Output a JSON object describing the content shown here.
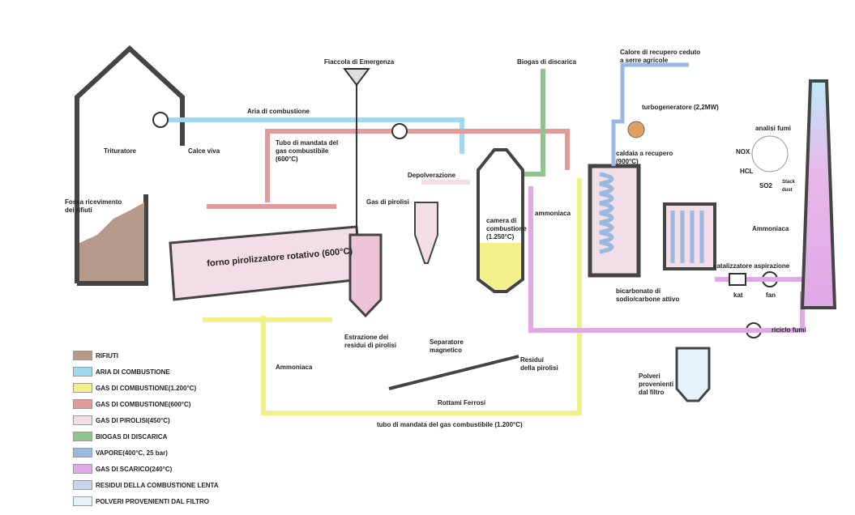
{
  "labels": {
    "flare": "Fiaccola di Emergenza",
    "landfill_biogas": "Biogas di discarica",
    "heat_recovery": "Calore di recupero ceduto\na serre agricole",
    "combustion_air": "Aria di combustione",
    "fuel_gas_pipe_600": "Tubo di mandata del\ngas combustibile\n(600°C)",
    "shredder": "Trituratore",
    "quicklime": "Calce viva",
    "waste_pit": "Fossa ricevimento\ndei rifiuti",
    "dedusting": "Depolverazione",
    "pyrolysis_gas": "Gas di pirolisi",
    "combustion_chamber": "camera di\ncombustione\n(1.250°C)",
    "ammonia_top": "ammoniaca",
    "turbogenerator": "turbogeneratore (2,2MW)",
    "recovery_boiler": "caldaia a recupero\n(900°C)",
    "flue_analysis": "analisi fumi",
    "nox": "NOX",
    "hcl": "HCL",
    "so2": "SO2",
    "stack_dust": "Stack\ndust",
    "ammonia_right": "Ammoniaca",
    "catalyst_suction": "catalizzatore aspirazione",
    "kat": "kat",
    "fan": "fan",
    "bicarbonate": "bicarbonato di\nsodio/carbone attivo",
    "flue_recycle": "riciclo fumi",
    "kiln": "forno pirolizzatore rotativo (600°C)",
    "residue_extraction": "Estrazione dei\nresidui di pirolisi",
    "magnetic_separator": "Separatore\nmagnetico",
    "pyrolysis_residue": "Residui\ndella pirolisi",
    "ammonia_bottom": "Ammoniaca",
    "scrap_iron": "Rottami Ferrosi",
    "fuel_gas_pipe_1200": "tubo di mandata del gas combustibile (1.200°C)",
    "filter_dust": "Polveri\nprovenienti\ndal filtro"
  },
  "legend": [
    {
      "label": "RIFIUTI",
      "color": "#b89a8a"
    },
    {
      "label": "ARIA DI COMBUSTIONE",
      "color": "#9fd9ee"
    },
    {
      "label": "GAS DI COMBUSTIONE(1.200°C)",
      "color": "#f2f08a"
    },
    {
      "label": "GAS DI COMBUSTIONE(600°C)",
      "color": "#e39a9a"
    },
    {
      "label": "GAS DI PIROLISI(450°C)",
      "color": "#f3dde6"
    },
    {
      "label": "BIOGAS DI DISCARICA",
      "color": "#8fc48f"
    },
    {
      "label": "VAPORE(400°C, 25 bar)",
      "color": "#9ab8e0"
    },
    {
      "label": "GAS DI SCARICO(240°C)",
      "color": "#e0a8e6"
    },
    {
      "label": "RESIDUI DELLA COMBUSTIONE LENTA",
      "color": "#c7d4ea"
    },
    {
      "label": "POLVERI PROVENIENTI DAL FILTRO",
      "color": "#e4f2fa"
    }
  ]
}
